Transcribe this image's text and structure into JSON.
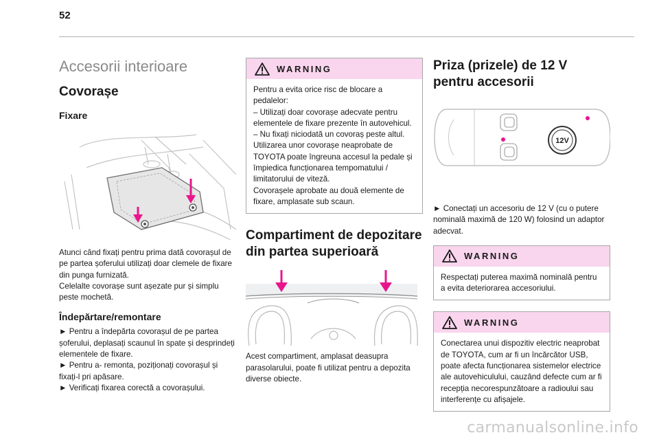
{
  "page": {
    "number": "52"
  },
  "col1": {
    "section_title": "Accesorii interioare",
    "heading": "Covorașe",
    "subheading": "Fixare",
    "para1": "Atunci când fixați pentru prima dată covorașul de pe partea șoferului utilizați doar clemele de fixare din punga furnizată.",
    "para2": "Celelalte covorașe sunt așezate pur și simplu peste mochetă.",
    "subheading2": "Îndepărtare/remontare",
    "steps": [
      "► Pentru a îndepărta covorașul de pe partea șoferului, deplasați scaunul în spate și desprindeți elementele de fixare.",
      "► Pentru a- remonta, poziționați covorașul și fixați-l pri apăsare.",
      "► Verificați fixarea corectă a covorașului."
    ]
  },
  "col2": {
    "warning": {
      "label": "WARNING",
      "lines": [
        "Pentru a evita orice risc de blocare a pedalelor:",
        "– Utilizați doar covorașe adecvate pentru elementele de fixare prezente în autovehicul.",
        "– Nu fixați niciodată un covoraș peste altul.",
        "Utilizarea unor covorașe neaprobate de TOYOTA poate îngreuna accesul la pedale și împiedica funcționarea tempomatului / limitatorului de viteză.",
        "Covorașele aprobate au două elemente de fixare, amplasate sub scaun."
      ]
    },
    "heading": "Compartiment de depozitare din partea superioară",
    "para": "Acest compartiment, amplasat deasupra parasolarului, poate fi utilizat pentru a depozita diverse obiecte."
  },
  "col3": {
    "heading": " Priza (prizele) de 12 V pentru accesorii",
    "socket_label": "12V",
    "para": "► Conectați un accesoriu de 12 V (cu o putere nominală maximă de 120 W) folosind un adaptor adecvat.",
    "warning1": {
      "label": "WARNING",
      "text": "Respectați puterea maximă nominală pentru a evita deteriorarea accesoriului."
    },
    "warning2": {
      "label": "WARNING",
      "text": "Conectarea unui dispozitiv electric neaprobat de TOYOTA, cum ar fi un încărcător USB, poate afecta funcționarea sistemelor electrice ale autovehiculului, cauzând defecte cum ar fi recepția necorespunzătoare a radioului sau interferențe cu afișajele."
    }
  },
  "watermark": "carmanualsonline.info",
  "colors": {
    "accent_pink": "#e8168c",
    "warning_header": "#f9d5ee",
    "rule": "#b3b3b3"
  }
}
